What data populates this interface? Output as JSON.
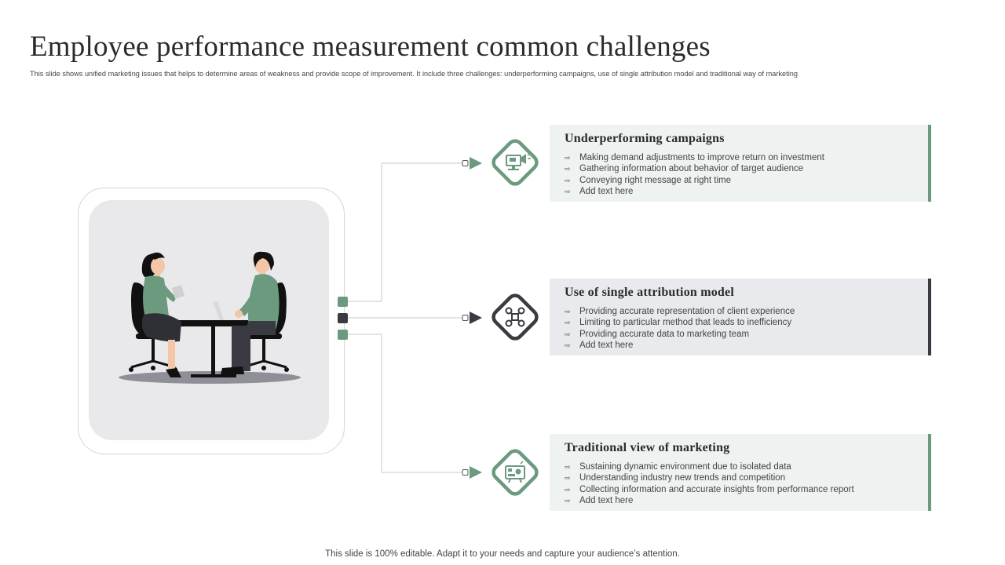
{
  "title": "Employee performance measurement common challenges",
  "subtitle": "This slide shows unified marketing issues that helps to determine areas of weakness and provide scope of improvement. It include three challenges: underperforming campaigns, use of single attribution model and traditional way of marketing",
  "colors": {
    "green": "#6b9a7f",
    "dark": "#3a3b42",
    "card_green_bg": "#eef2f0",
    "card_dark_bg": "#e9eaee"
  },
  "illustration": {
    "name": "two-people-meeting-at-desk"
  },
  "challenges": [
    {
      "heading": "Underperforming campaigns",
      "icon": "monitor-megaphone-icon",
      "bullets": [
        "Making demand adjustments to improve return on investment",
        "Gathering information about behavior of target audience",
        "Conveying right message at right time",
        "Add text here"
      ]
    },
    {
      "heading": "Use of single attribution model",
      "icon": "network-nodes-icon",
      "bullets": [
        "Providing accurate representation of client experience",
        "Limiting to particular method  that leads to inefficiency",
        "Providing accurate data to  marketing team",
        "Add text here"
      ]
    },
    {
      "heading": "Traditional view of marketing",
      "icon": "media-display-icon",
      "bullets": [
        "Sustaining dynamic environment due to isolated data",
        "Understanding industry new trends and competition",
        "Collecting information and accurate insights from performance report",
        "Add text here"
      ]
    }
  ],
  "bullet_glyph": "⇨",
  "footer": "This slide is 100% editable. Adapt it to your needs and capture your audience’s attention."
}
